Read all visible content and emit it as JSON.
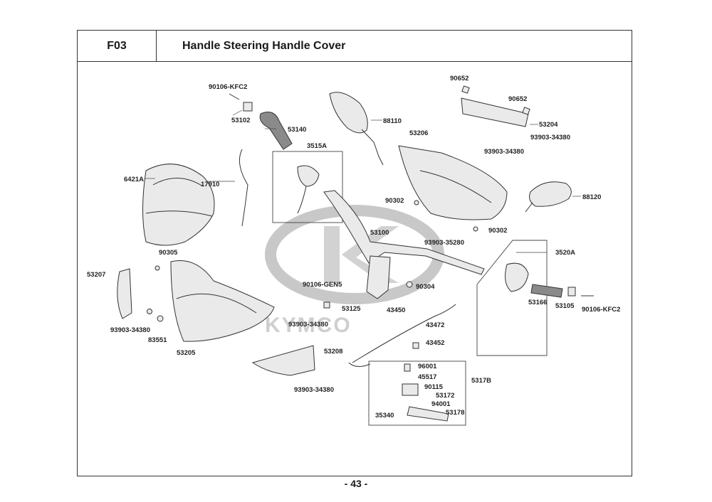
{
  "header": {
    "code": "F03",
    "title": "Handle Steering  Handle Cover"
  },
  "watermark": {
    "brand": "KYMCO"
  },
  "page_number": "- 43 -",
  "parts": {
    "p90106kfc2a": "90106-KFC2",
    "p53102": "53102",
    "p53140": "53140",
    "p3515a": "3515A",
    "p88110": "88110",
    "p17910": "17910",
    "p6421a": "6421A",
    "p90652a": "90652",
    "p90652b": "90652",
    "p53204": "53204",
    "p9390334380a": "93903-34380",
    "p53206": "53206",
    "p9390334380b": "93903-34380",
    "p88120": "88120",
    "p90302a": "90302",
    "p90302b": "90302",
    "p53100": "53100",
    "p9390335280": "93903-35280",
    "p90305": "90305",
    "p53207": "53207",
    "p3520a": "3520A",
    "p90106gen5": "90106-GEN5",
    "p90304": "90304",
    "p53125": "53125",
    "p43450": "43450",
    "p43472": "43472",
    "p53166": "53166",
    "p53105": "53105",
    "p90106kfc2b": "90106-KFC2",
    "p9390334380c": "93903-34380",
    "p83551": "83551",
    "p9390334380d": "93903-34380",
    "p53205": "53205",
    "p43452": "43452",
    "p53208": "53208",
    "p96001": "96001",
    "p45517": "45517",
    "p5317b": "5317B",
    "p90115": "90115",
    "p53172": "53172",
    "p94001": "94001",
    "p9390334380e": "93903-34380",
    "p35340": "35340",
    "p53178": "53178"
  },
  "colors": {
    "line": "#333333",
    "watermark": "#c8c8c8",
    "part_fill": "#eaeaea"
  }
}
